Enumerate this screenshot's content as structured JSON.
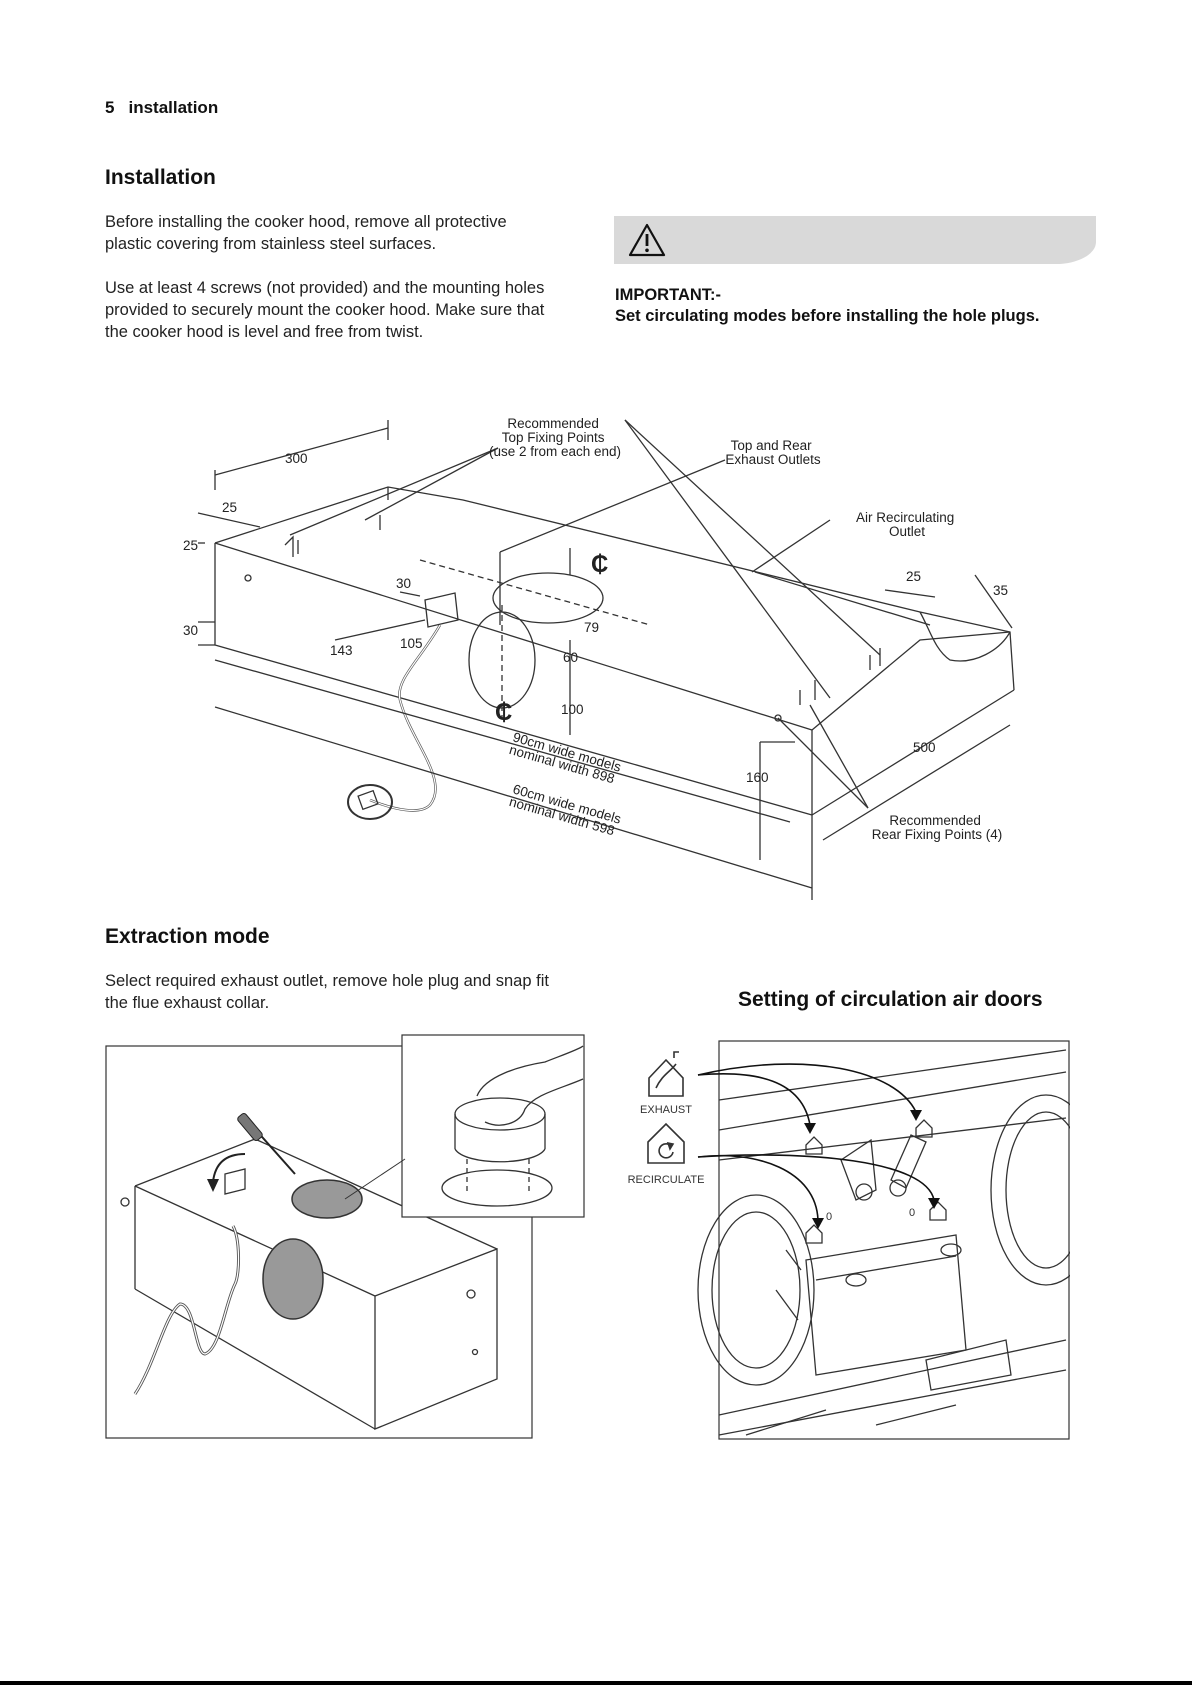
{
  "header": {
    "page_number": "5",
    "section": "installation"
  },
  "installation": {
    "title": "Installation",
    "para1": [
      "Before installing the cooker hood, remove all protective",
      "plastic covering from stainless steel surfaces."
    ],
    "para2": [
      "Use at least 4 screws (not provided) and the mounting holes",
      "provided to securely mount the cooker hood. Make sure that",
      "the cooker hood is level and free from twist."
    ]
  },
  "warning": {
    "icon": "warning-triangle-icon",
    "label": "IMPORTANT:-",
    "text": "Set circulating modes before installing the hole plugs."
  },
  "diagram": {
    "recommended_top": [
      "Recommended",
      "Top Fixing Points",
      "(use 2 from each end)"
    ],
    "top_rear_exhaust": [
      "Top and Rear",
      "Exhaust Outlets"
    ],
    "air_recirc": [
      "Air Recirculating",
      "Outlet"
    ],
    "recommended_rear": [
      "Recommended",
      "Rear Fixing Points (4)"
    ],
    "centre_mark": "₵",
    "dims": {
      "d300": "300",
      "d25a": "25",
      "d25b": "25",
      "d30a": "30",
      "d30b": "30",
      "d143": "143",
      "d105": "105",
      "d79": "79",
      "d60": "60",
      "d100": "100",
      "d25c": "25",
      "d35": "35",
      "d500": "500",
      "d160": "160"
    },
    "wide90": [
      "90cm wide models",
      "nominal width 898"
    ],
    "wide60": [
      "60cm wide models",
      "nominal width 598"
    ]
  },
  "extraction": {
    "title": "Extraction mode",
    "para": [
      "Select required exhaust outlet, remove hole plug and snap fit",
      "the flue exhaust collar."
    ]
  },
  "circulation": {
    "title": "Setting of circulation air doors",
    "exhaust": "EXHAUST",
    "recirculate": "RECIRCULATE",
    "zero_a": "0",
    "zero_b": "0"
  }
}
